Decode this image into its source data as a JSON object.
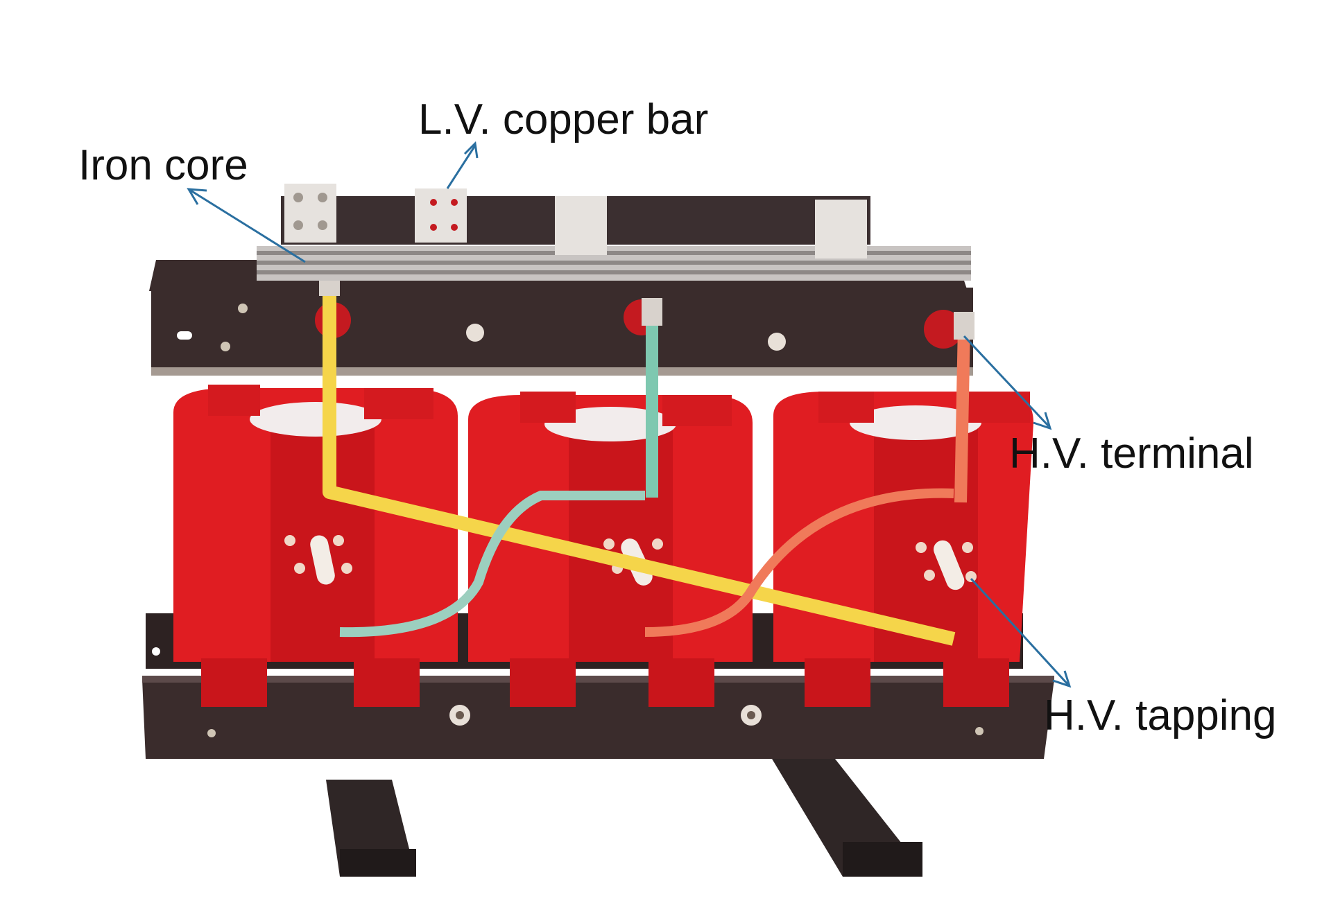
{
  "labels": {
    "lv_copper_bar": "L.V. copper bar",
    "iron_core": "Iron core",
    "hv_terminal": "H.V. terminal",
    "hv_tapping": "H.V. tapping"
  },
  "colors": {
    "coil_red": "#e01d22",
    "coil_dark": "#b8141a",
    "steel_dark": "#3a2c2c",
    "copper_bar": "#3b2f30",
    "lead_yellow": "#f5d54a",
    "lead_green": "#7ec8b0",
    "lead_orange": "#f07a5a",
    "arrow": "#2a6fa0"
  }
}
